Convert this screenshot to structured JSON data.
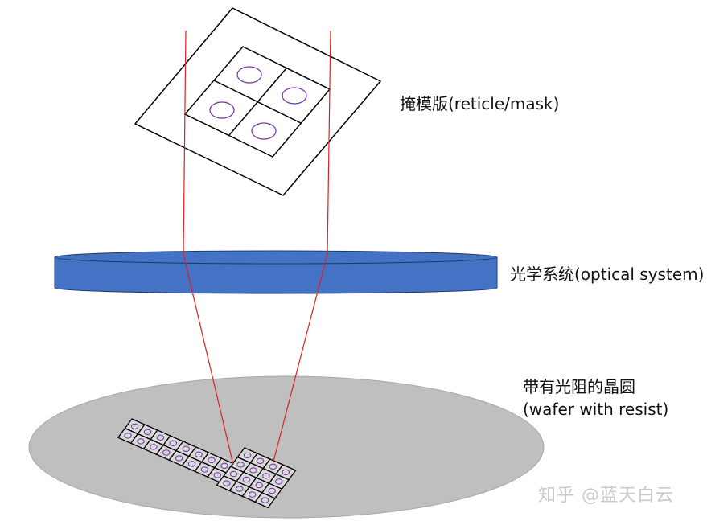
{
  "labels": {
    "reticle": "掩模版(reticle/mask)",
    "optics": "光学系统(optical system)",
    "wafer_cn": "带有光阻的晶圆",
    "wafer_en": "(wafer with resist)"
  },
  "watermark": "知乎 @蓝天白云",
  "colors": {
    "lens_fill": "#4472c4",
    "lens_stroke": "#1f3864",
    "wafer_fill": "#bfbfbf",
    "beam": "#e02020",
    "pattern_circle": "#7030a0",
    "die_fill": "#d9d9d9",
    "outline": "#000000"
  },
  "diagram": {
    "reticle_pattern": {
      "cells": 4,
      "layout": "2x2",
      "feature": "circle"
    },
    "wafer_exposed_dies": {
      "strip": "8x2",
      "block": "4x4"
    }
  }
}
